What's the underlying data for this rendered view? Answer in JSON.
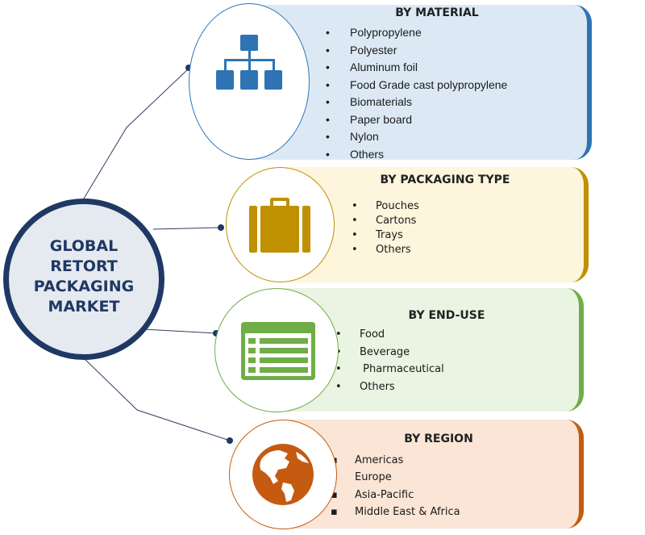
{
  "center": {
    "lines": [
      "GLOBAL",
      "RETORT",
      "PACKAGING",
      "MARKET"
    ]
  },
  "segments": [
    {
      "title": "BY MATERIAL",
      "icon": "hierarchy-icon",
      "color": "#2e74b5",
      "bg": "#dce9f5",
      "bullet": "•",
      "items": [
        "Polypropylene",
        "Polyester",
        "Aluminum foil",
        "Food Grade cast polypropylene",
        "Biomaterials",
        "Paper board",
        "Nylon",
        "Others"
      ]
    },
    {
      "title": "BY PACKAGING  TYPE",
      "icon": "suitcase-icon",
      "color": "#bf9000",
      "bg": "#fdf5dc",
      "bullet": "•",
      "items": [
        "Pouches",
        "Cartons",
        "Trays",
        "Others"
      ]
    },
    {
      "title": "BY END-USE",
      "icon": "list-window-icon",
      "color": "#70ad47",
      "bg": "#e9f4e2",
      "bullet": "•",
      "items": [
        "Food",
        "Beverage",
        " Pharmaceutical",
        "Others"
      ]
    },
    {
      "title": "BY REGION",
      "icon": "globe-icon",
      "color": "#c55a11",
      "bg": "#fbe5d6",
      "bullet": "▪",
      "items": [
        "Americas",
        "Europe",
        "Asia-Pacific",
        "Middle East & Africa"
      ]
    }
  ]
}
